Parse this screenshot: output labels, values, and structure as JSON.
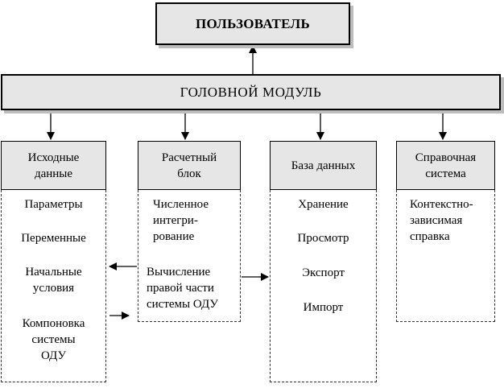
{
  "user_box": "ПОЛЬЗОВАТЕЛЬ",
  "head_module": "ГОЛОВНОЙ МОДУЛЬ",
  "columns": [
    {
      "title": [
        "Исходные",
        "данные"
      ],
      "items": [
        "Параметры",
        "Переменные",
        "Начальные\nусловия",
        "Компоновка\nсистемы\nОДУ"
      ]
    },
    {
      "title": [
        "Расчетный",
        "блок"
      ],
      "items": [
        "Численное\nинтегри-\nрование",
        "Вычисление\nправой части\nсистемы ОДУ"
      ]
    },
    {
      "title": [
        "База данных"
      ],
      "items": [
        "Хранение",
        "Просмотр",
        "Экспорт",
        "Импорт"
      ]
    },
    {
      "title": [
        "Справочная",
        "система"
      ],
      "items": [
        "Контекстно-\nзависимая\nсправка"
      ]
    }
  ]
}
